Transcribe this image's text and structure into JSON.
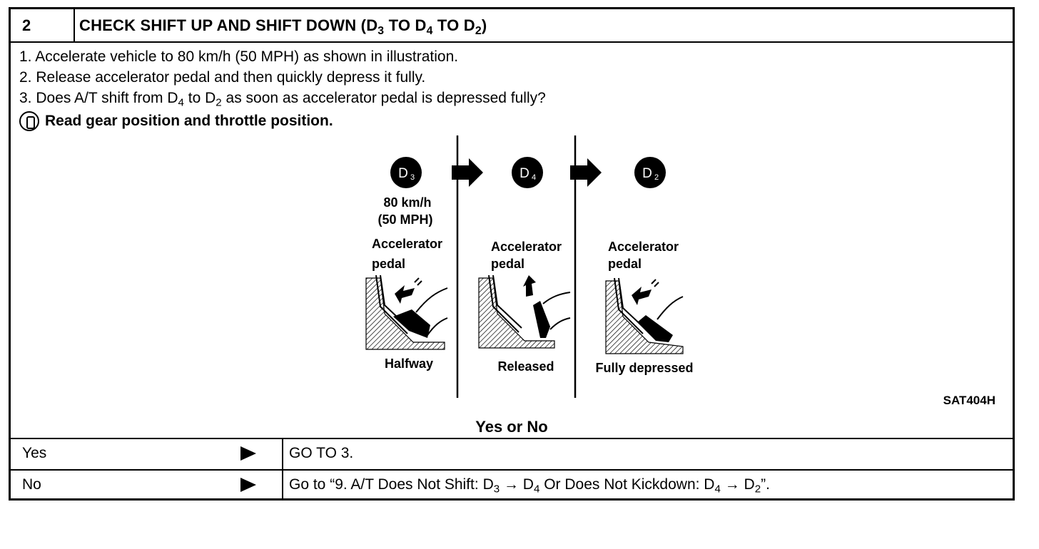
{
  "header": {
    "step_number": "2",
    "title_parts": [
      "CHECK SHIFT UP AND SHIFT DOWN (D",
      "3",
      " TO D",
      "4",
      " TO D",
      "2",
      ")"
    ]
  },
  "steps": [
    {
      "text": "1.  Accelerate vehicle to 80 km/h (50 MPH) as shown in illustration."
    },
    {
      "text": "2.  Release accelerator pedal and then quickly depress it fully."
    },
    {
      "parts": [
        "3.  Does A/T shift from D",
        "4",
        " to D",
        "2",
        " as soon as accelerator pedal is depressed fully?"
      ]
    }
  ],
  "note": {
    "icon": "consult-tool-icon",
    "text": "Read gear position and throttle position."
  },
  "illustration": {
    "stages": [
      {
        "gear": "D",
        "gear_sub": "3",
        "speed_line1": "80 km/h",
        "speed_line2": "(50 MPH)",
        "pedal_line1": "Accelerator",
        "pedal_line2": "pedal",
        "state": "Halfway"
      },
      {
        "gear": "D",
        "gear_sub": "4",
        "pedal_line1": "Accelerator",
        "pedal_line2": "pedal",
        "state": "Released"
      },
      {
        "gear": "D",
        "gear_sub": "2",
        "pedal_line1": "Accelerator",
        "pedal_line2": "pedal",
        "state": "Fully depressed"
      }
    ],
    "code": "SAT404H"
  },
  "question": "Yes or No",
  "results": [
    {
      "label": "Yes",
      "action": "GO TO 3."
    },
    {
      "label": "No",
      "action_parts": [
        "Go to “9. A/T Does Not Shift: D",
        "3",
        " → D",
        "4",
        " Or Does Not Kickdown: D",
        "4",
        " → D",
        "2",
        "”."
      ]
    }
  ]
}
